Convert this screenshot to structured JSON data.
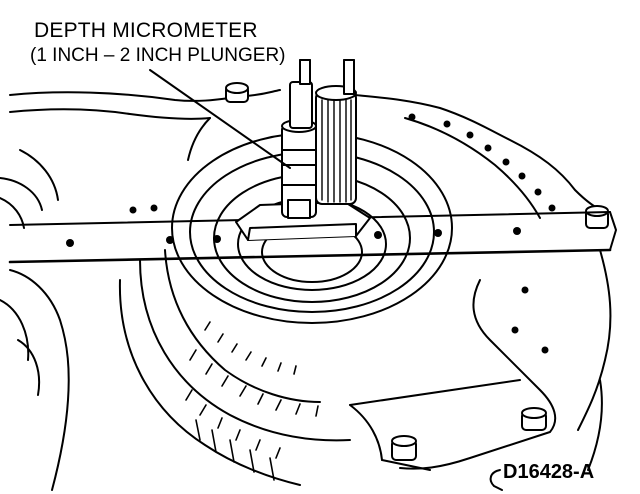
{
  "callout": {
    "line1": "DEPTH MICROMETER",
    "line2": "(1 INCH – 2 INCH PLUNGER)"
  },
  "figure_id": "D16428-A",
  "colors": {
    "ink": "#000000",
    "paper": "#ffffff"
  }
}
